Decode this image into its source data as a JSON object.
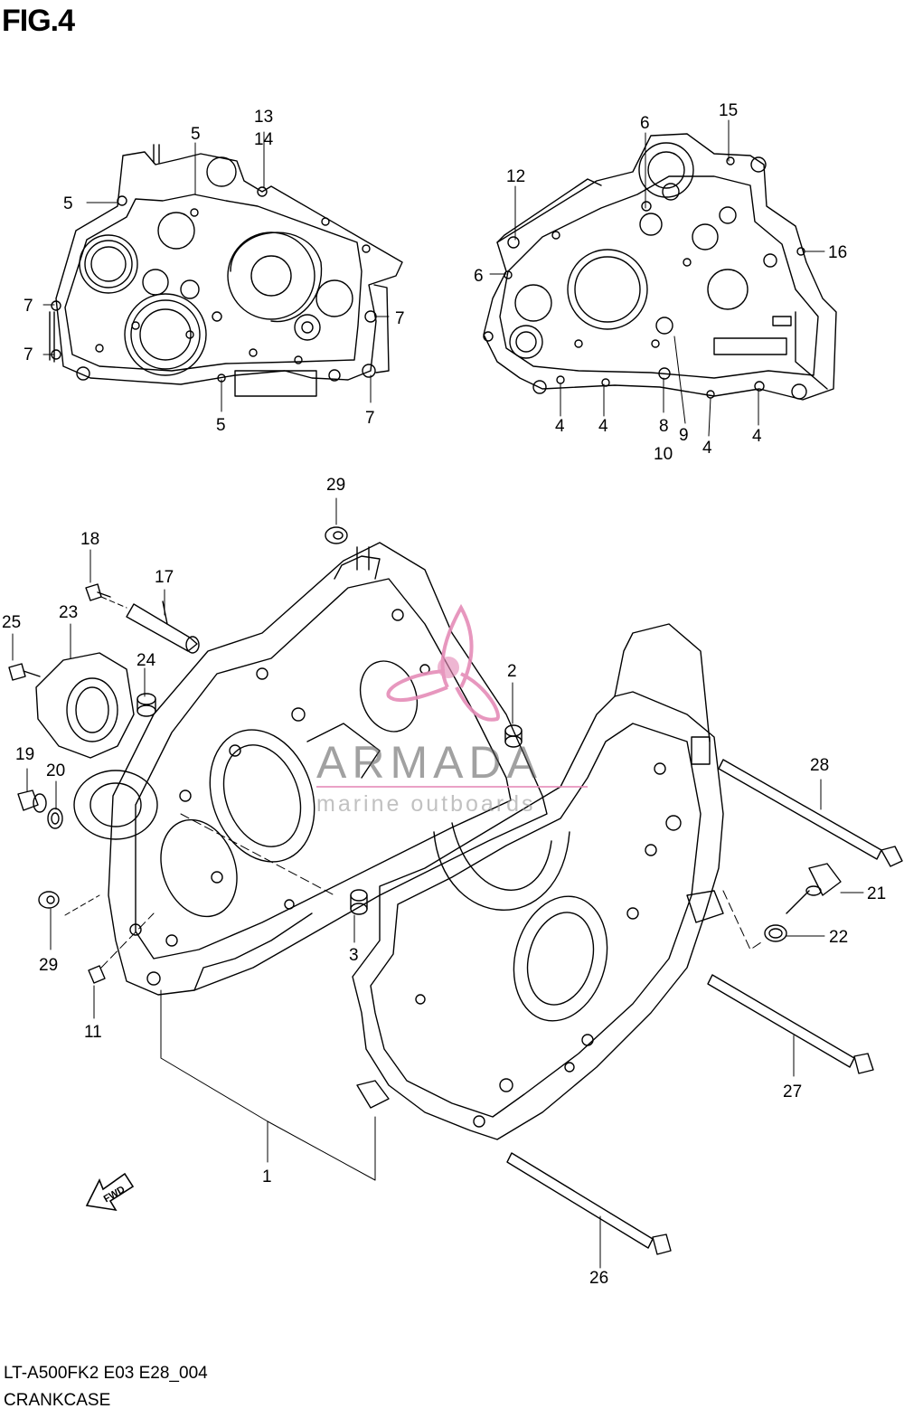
{
  "figure_title": "FIG.4",
  "diagram_code": "LT-A500FK2 E03 E28_004",
  "diagram_name": "CRANKCASE",
  "direction_arrow": "FWD",
  "watermark": {
    "brand": "ARMADA",
    "tagline": "marine outboards",
    "color": "#e58cb8"
  },
  "part_numbers": [
    "1",
    "2",
    "3",
    "4",
    "5",
    "6",
    "7",
    "8",
    "9",
    "10",
    "11",
    "12",
    "13",
    "14",
    "15",
    "16",
    "17",
    "18",
    "19",
    "20",
    "21",
    "22",
    "23",
    "24",
    "25",
    "26",
    "27",
    "28",
    "29"
  ],
  "callouts": {
    "c_5a": "5",
    "c_5b": "5",
    "c_5c": "5",
    "c_13": "13",
    "c_14": "14",
    "c_7a": "7",
    "c_7b": "7",
    "c_7c": "7",
    "c_7d": "7",
    "c_12": "12",
    "c_6a": "6",
    "c_6b": "6",
    "c_15": "15",
    "c_16": "16",
    "c_4a": "4",
    "c_4b": "4",
    "c_4c": "4",
    "c_4d": "4",
    "c_8": "8",
    "c_9": "9",
    "c_10": "10",
    "c_29a": "29",
    "c_18": "18",
    "c_17": "17",
    "c_25": "25",
    "c_23": "23",
    "c_24": "24",
    "c_2": "2",
    "c_19": "19",
    "c_20": "20",
    "c_28": "28",
    "c_21": "21",
    "c_22": "22",
    "c_29b": "29",
    "c_3": "3",
    "c_11": "11",
    "c_27": "27",
    "c_1": "1",
    "c_26": "26"
  }
}
